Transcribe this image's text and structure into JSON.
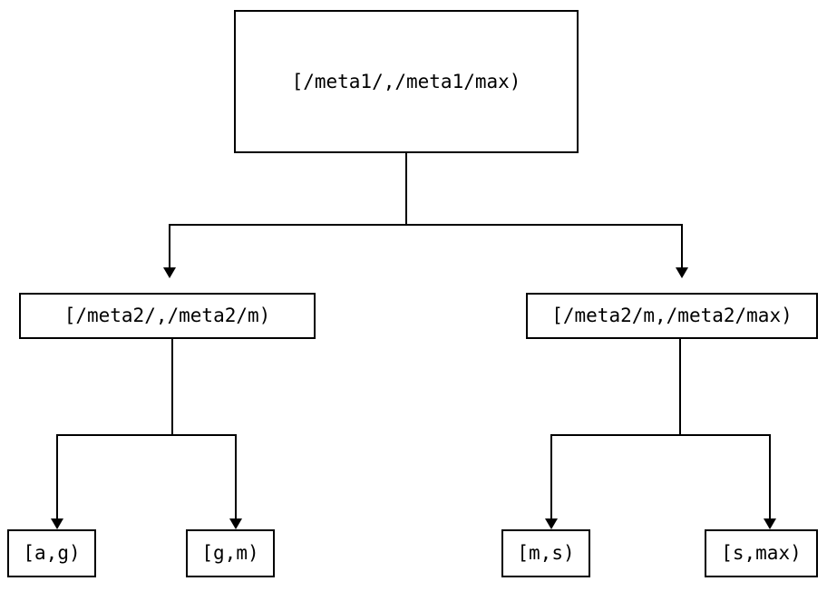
{
  "diagram": {
    "type": "tree",
    "title": "",
    "background_color": "#ffffff",
    "line_color": "#000000",
    "text_color": "#000000",
    "nodes": {
      "root": {
        "label": "[/meta1/,/meta1/max)",
        "level": 0
      },
      "left_child": {
        "label": "[/meta2/,/meta2/m)",
        "level": 1
      },
      "right_child": {
        "label": "[/meta2/m,/meta2/max)",
        "level": 1
      },
      "leaf_1": {
        "label": "[a,g)",
        "level": 2
      },
      "leaf_2": {
        "label": "[g,m)",
        "level": 2
      },
      "leaf_3": {
        "label": "[m,s)",
        "level": 2
      },
      "leaf_4": {
        "label": "[s,max)",
        "level": 2
      }
    },
    "edges": [
      {
        "from": "root",
        "to": "left_child"
      },
      {
        "from": "root",
        "to": "right_child"
      },
      {
        "from": "left_child",
        "to": "leaf_1"
      },
      {
        "from": "left_child",
        "to": "leaf_2"
      },
      {
        "from": "right_child",
        "to": "leaf_3"
      },
      {
        "from": "right_child",
        "to": "leaf_4"
      }
    ]
  }
}
